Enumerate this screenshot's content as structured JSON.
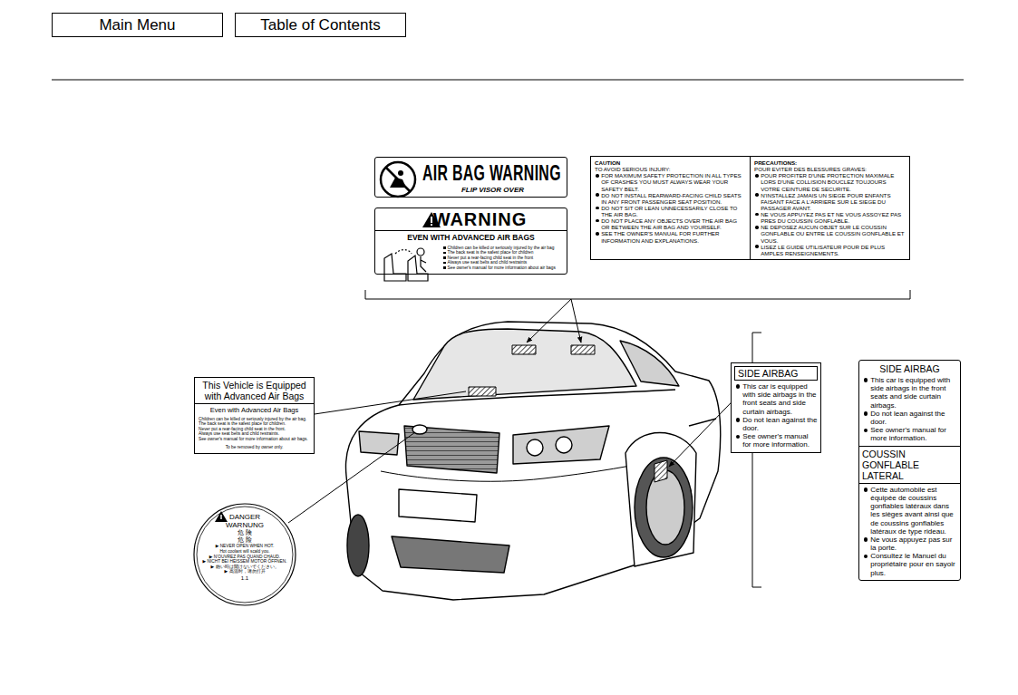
{
  "diagram": {
    "nodes": [
      {
        "text": [
          "Main Menu"
        ]
      },
      {
        "text": [
          "Table of Contents"
        ]
      },
      {
        "text": [
          "AIR BAG WARNING",
          "FLIP VISOR OVER"
        ]
      },
      {
        "text": [
          "WARNING",
          "EVEN WITH ADVANCED AIR BAGS",
          "Children can be killed or seriously injured by the air bag",
          "The back seat is the safest place for children",
          "Never put a rear-facing child seat in the front",
          "Always use seat belts and child restraints",
          "See owner's manual for more information about air bags"
        ]
      },
      {
        "text": [
          "CAUTION",
          "TO AVOID SERIOUS INJURY:",
          "FOR MAXIMUM SAFETY PROTECTION IN ALL TYPES OF CRASHES YOU MUST ALWAYS WEAR YOUR SAFETY BELT.",
          "DO NOT INSTALL REARWARD-FACING CHILD SEATS IN ANY FRONT PASSENGER SEAT POSITION.",
          "DO NOT SIT OR LEAN UNNECESSARILY CLOSE TO THE AIR BAG.",
          "DO NOT PLACE ANY OBJECTS OVER THE AIR BAG OR BETWEEN THE AIR BAG AND YOURSELF.",
          "SEE THE OWNER'S MANUAL FOR FURTHER INFORMATION AND EXPLANATIONS.",
          "PRECAUTIONS:",
          "POUR EVITER DES BLESSURES GRAVES:",
          "POUR PROFITER D'UNE PROTECTION MAXIMALE LORS D'UNE COLLISION BOUCLEZ TOUJOURS VOTRE CEINTURE DE SECURITE.",
          "N'INSTALLEZ JAMAIS UN SIEGE POUR ENFANTS FAISANT FACE A L'ARRIERE SUR LE SIEGE DU PASSAGER AVANT.",
          "NE VOUS APPUYEZ PAS ET NE VOUS ASSOYEZ PAS PRES DU COUSSIN GONFLABLE.",
          "NE DEPOSEZ AUCUN OBJET SUR LE COUSSIN GONFLABLE OU ENTRE LE COUSSIN GONFLABLE ET VOUS.",
          "LISEZ LE GUIDE UTILISATEUR POUR DE PLUS AMPLES RENSEIGNEMENTS."
        ]
      },
      {
        "text": [
          "This Vehicle is Equipped with Advanced Air Bags",
          "Even with Advanced Air Bags",
          "Children can be killed or seriously injured by the air bag.",
          "The back seat is the safest place for children.",
          "Never put a rear-facing child seat in the front.",
          "Always use seat belts and child restraints.",
          "See owner's manual for more information about air bags.",
          "To be removed by owner only."
        ]
      },
      {
        "text": [
          "SIDE AIRBAG",
          "This car is equipped with side airbags in the front seats and side curtain airbags.",
          "Do not lean against the door.",
          "See owner's manual for more information."
        ]
      },
      {
        "text": [
          "SIDE AIRBAG",
          "This car is equipped with side airbags in the front seats and side curtain airbags.",
          "Do not lean against the door.",
          "See owner's manual for more information.",
          "COUSSIN GONFLABLE LATERAL",
          "Cette automobile est équipée de coussins gonflables latéraux dans les sièges avant ainsi que de coussins gonflables latéraux de type rideau.",
          "Ne vous appuyez pas sur la porte.",
          "Consultez le Manuel du propriétaire pour en sayoir plus."
        ]
      },
      {
        "text": [
          "DANGER",
          "WARNUNG",
          "危 険",
          "危 险",
          "▶ NEVER OPEN WHEN HOT.",
          "Hot coolant will scald you.",
          "▶ N'OUVREZ PAS QUAND CHAUD.",
          "▶ NICHT BEI HEISSEM MOTOR ÖFFNEN.",
          "▶ 熱い時は開けないでください。",
          "▶ 高温时，请勿打开",
          "1.1"
        ]
      }
    ]
  }
}
